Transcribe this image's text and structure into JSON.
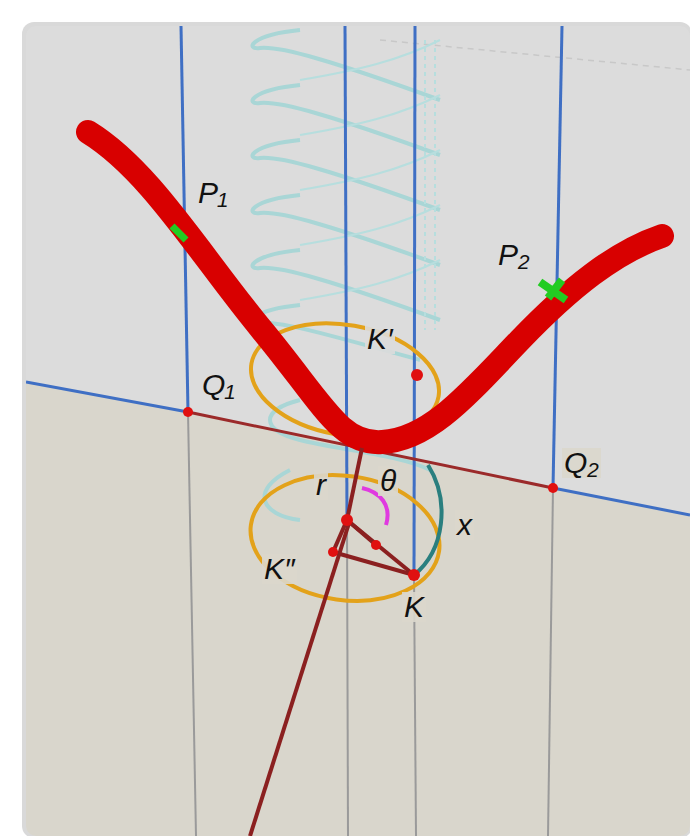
{
  "diagram": {
    "labels": [
      "P₁",
      "P₂",
      "Q₁",
      "Q₂",
      "K′",
      "K″",
      "K",
      "r",
      "θ",
      "x"
    ]
  }
}
